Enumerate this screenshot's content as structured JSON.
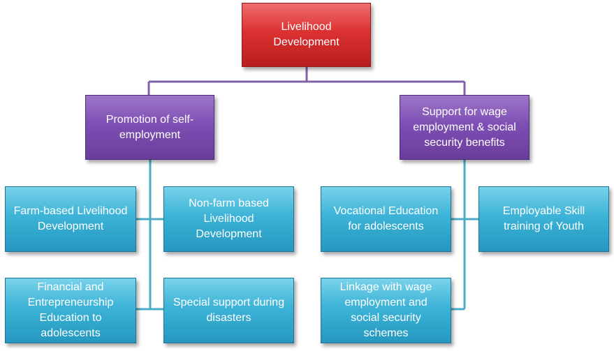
{
  "root": {
    "label": "Livelihood\nDevelopment"
  },
  "branches": [
    {
      "label": "Promotion of self-\nemployment"
    },
    {
      "label": "Support for wage\nemployment  & social\nsecurity benefits"
    }
  ],
  "left_items": [
    {
      "label": "Farm-based Livelihood\nDevelopment"
    },
    {
      "label": "Non-farm based\nLivelihood\nDevelopment"
    },
    {
      "label": "Financial and\nEntrepreneurship\nEducation to\nadolescents"
    },
    {
      "label": "Special support during\ndisasters"
    }
  ],
  "right_items": [
    {
      "label": "Vocational Education\nfor adolescents"
    },
    {
      "label": "Employable Skill\ntraining of Youth"
    },
    {
      "label": "Linkage with  wage\nemployment and\nsocial security\nschemes"
    }
  ],
  "colors": {
    "root": "#d63434",
    "branch": "#7e4fb4",
    "leaf": "#3cb3d7",
    "connector_purple": "#8062a8",
    "connector_blue": "#4bacc6"
  }
}
